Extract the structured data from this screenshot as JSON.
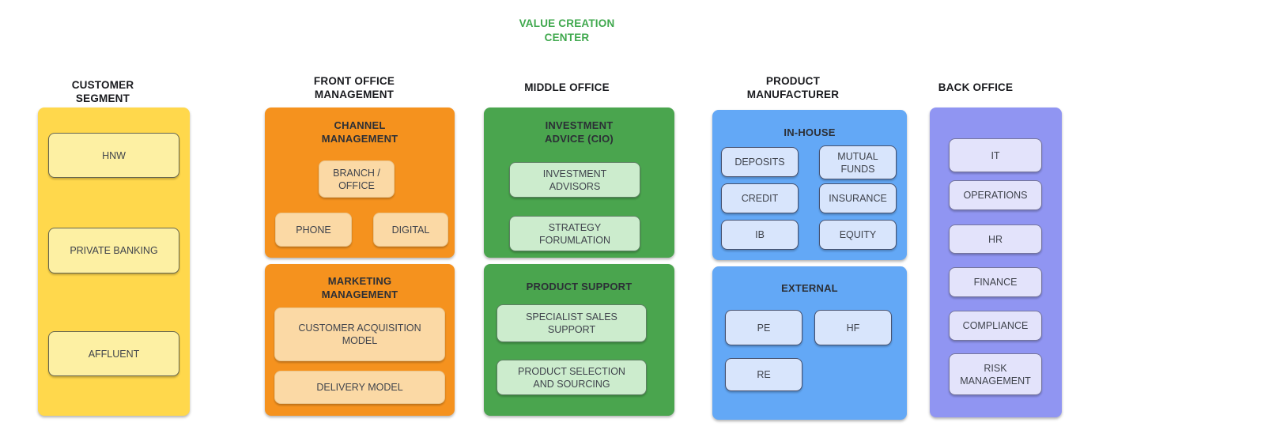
{
  "title": {
    "lines": [
      "VALUE CREATION",
      "CENTER"
    ],
    "color": "#3FA84D"
  },
  "colors": {
    "background": "#ffffff",
    "header_text": "#191a1e",
    "box_text": "#3f434c",
    "yellow_panel": "#FFD84C",
    "yellow_box": "#FDF0A3",
    "orange_panel": "#F5921E",
    "orange_box": "#FBD9A5",
    "green_panel": "#4AA54E",
    "green_box": "#CCECCD",
    "blue_panel": "#63A8F6",
    "blue_box": "#D8E5FC",
    "purple_panel": "#9095F2",
    "purple_box": "#E3E3FB"
  },
  "columns": {
    "customer": {
      "header": [
        "CUSTOMER",
        "SEGMENT"
      ],
      "panel": {
        "boxes": {
          "hnw": [
            "HNW"
          ],
          "private_banking": [
            "PRIVATE BANKING"
          ],
          "affluent": [
            "AFFLUENT"
          ]
        }
      }
    },
    "front_office": {
      "header": [
        "FRONT OFFICE",
        "MANAGEMENT"
      ],
      "channel": {
        "title": [
          "CHANNEL",
          "MANAGEMENT"
        ],
        "boxes": {
          "branch_office": [
            "BRANCH /",
            "OFFICE"
          ],
          "phone": [
            "PHONE"
          ],
          "digital": [
            "DIGITAL"
          ]
        }
      },
      "marketing": {
        "title": [
          "MARKETING",
          "MANAGEMENT"
        ],
        "boxes": {
          "customer_acquisition_model": [
            "CUSTOMER ACQUISITION",
            "MODEL"
          ],
          "delivery_model": [
            "DELIVERY MODEL"
          ]
        }
      }
    },
    "middle_office": {
      "header": [
        "MIDDLE OFFICE"
      ],
      "investment_advice": {
        "title": [
          "INVESTMENT",
          "ADVICE (CIO)"
        ],
        "boxes": {
          "investment_advisors": [
            "INVESTMENT",
            "ADVISORS"
          ],
          "strategy_forumlation": [
            "STRATEGY",
            "FORUMLATION"
          ]
        }
      },
      "product_support": {
        "title": [
          "PRODUCT SUPPORT"
        ],
        "boxes": {
          "specialist_sales_support": [
            "SPECIALIST SALES",
            "SUPPORT"
          ],
          "product_selection_and_sourcing": [
            "PRODUCT SELECTION",
            "AND SOURCING"
          ]
        }
      }
    },
    "product_manufacturer": {
      "header": [
        "PRODUCT",
        "MANUFACTURER"
      ],
      "in_house": {
        "title": [
          "IN-HOUSE"
        ],
        "boxes": {
          "deposits": [
            "DEPOSITS"
          ],
          "mutual_funds": [
            "MUTUAL",
            "FUNDS"
          ],
          "credit": [
            "CREDIT"
          ],
          "insurance": [
            "INSURANCE"
          ],
          "ib": [
            "IB"
          ],
          "equity": [
            "EQUITY"
          ]
        }
      },
      "external": {
        "title": [
          "EXTERNAL"
        ],
        "boxes": {
          "pe": [
            "PE"
          ],
          "hf": [
            "HF"
          ],
          "re": [
            "RE"
          ]
        }
      }
    },
    "back_office": {
      "header": [
        "BACK OFFICE"
      ],
      "panel": {
        "boxes": {
          "it": [
            "IT"
          ],
          "operations": [
            "OPERATIONS"
          ],
          "hr": [
            "HR"
          ],
          "finance": [
            "FINANCE"
          ],
          "compliance": [
            "COMPLIANCE"
          ],
          "risk_management": [
            "RISK",
            "MANAGEMENT"
          ]
        }
      }
    }
  }
}
